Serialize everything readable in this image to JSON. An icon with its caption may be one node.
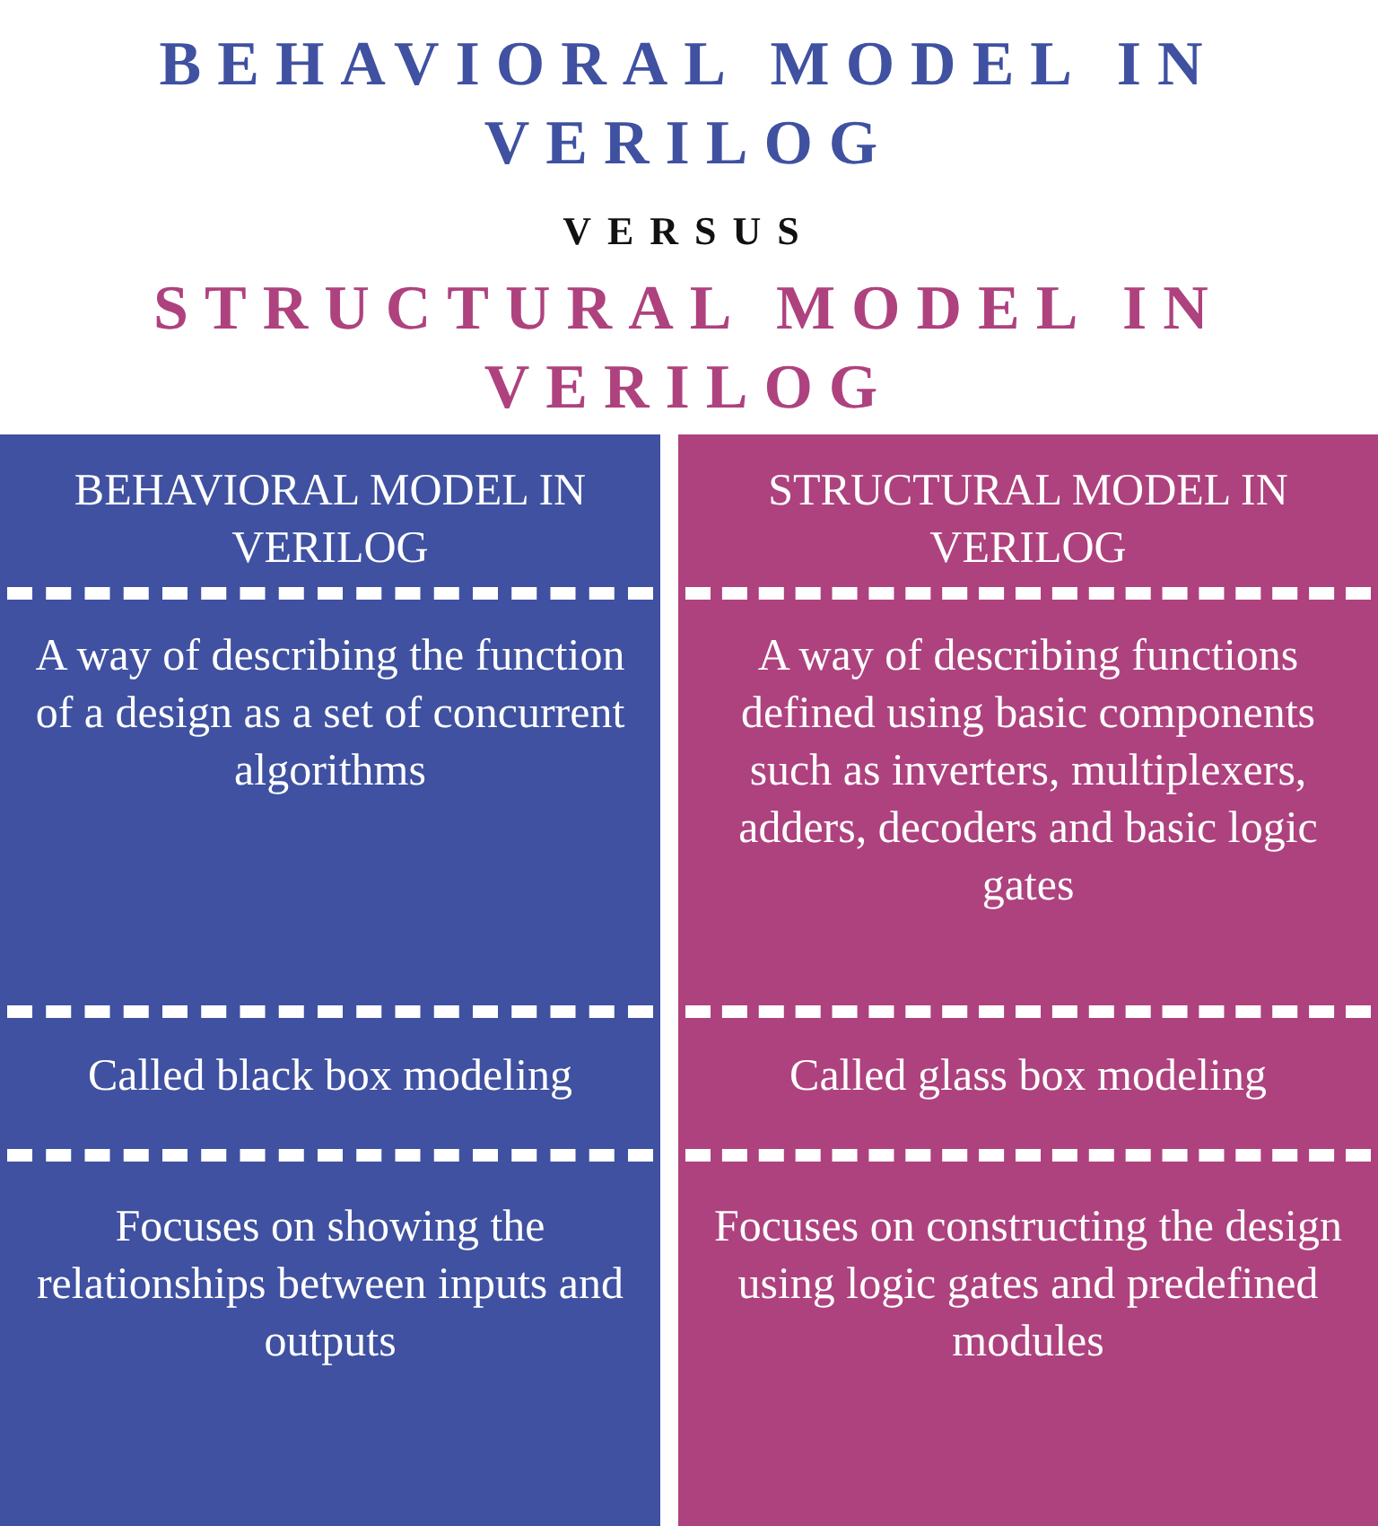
{
  "diagram": {
    "labels": [
      "BEHAVIORAL MODEL IN VERILOG",
      "VERSUS",
      "STRUCTURAL MODEL IN VERILOG",
      "BEHAVIORAL MODEL IN VERILOG",
      "STRUCTURAL MODEL IN VERILOG",
      "A way of describing the function of a design as a set of concurrent algorithms",
      "A way of describing functions defined using basic components such as inverters, multiplexers, adders, decoders and basic logic gates",
      "Called black box modeling",
      "Called glass box modeling",
      "Focuses on showing the relationships between inputs and outputs",
      "Focuses on constructing the design using logic gates and predefined modules"
    ]
  }
}
